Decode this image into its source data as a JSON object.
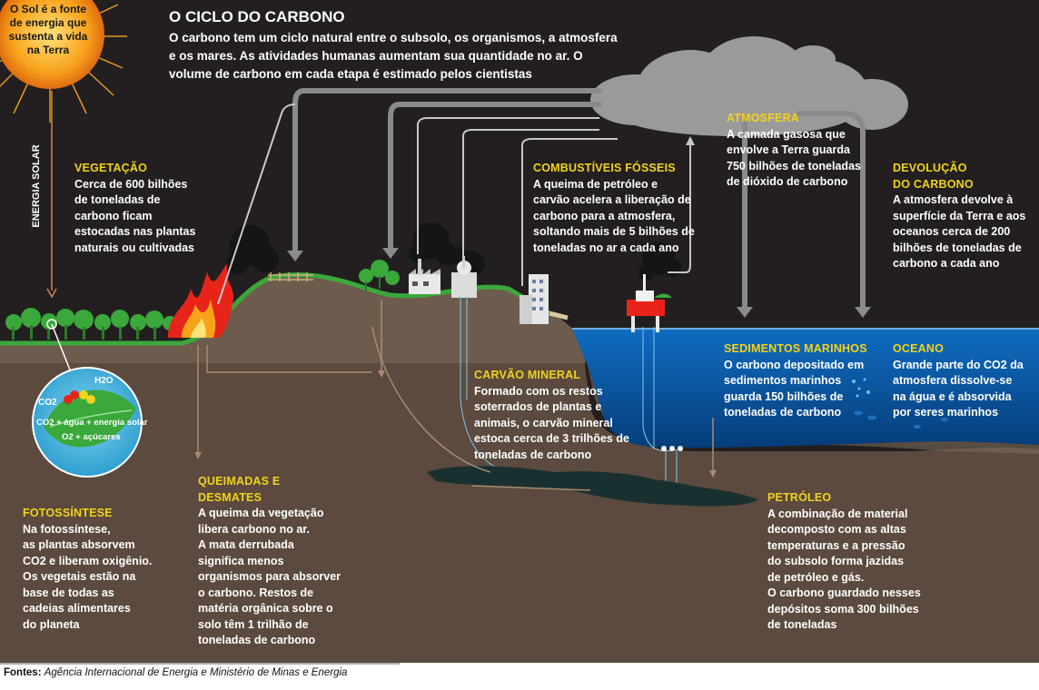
{
  "title": "O CICLO DO CARBONO",
  "intro": "O carbono tem um ciclo natural entre o subsolo, os organismos, a atmosfera e os mares. As atividades humanas aumentam sua quantidade no ar. O volume de carbono em cada etapa é estimado pelos cientistas",
  "sun_text": "O Sol é a fonte de energia que sustenta a vida na Terra",
  "energy_label": "ENERGIA SOLAR",
  "photosynthesis_diagram": {
    "h2o": "H2O",
    "co2": "CO2",
    "equation_1": "CO2 + água + energia solar",
    "equation_2": "O2 + açúcares"
  },
  "sections": {
    "vegetacao": {
      "heading": "VEGETAÇÃO",
      "body": "Cerca de 600 bilhões\nde toneladas de\ncarbono ficam\nestocadas nas plantas\nnaturais ou cultivadas"
    },
    "combustiveis": {
      "heading": "COMBUSTÍVEIS FÓSSEIS",
      "body": "A queima de petróleo e\ncarvão acelera a liberação de\ncarbono para a atmosfera,\nsoltando mais de 5 bilhões de\ntoneladas no ar a cada ano"
    },
    "atmosfera": {
      "heading": "ATMOSFERA",
      "body": "A camada gasosa que\nenvolve a Terra guarda\n750 bilhões de toneladas\nde dióxido de carbono"
    },
    "devolucao": {
      "heading": "DEVOLUÇÃO\nDO CARBONO",
      "body": "A atmosfera devolve à\nsuperfície da Terra e aos\noceanos cerca de 200\nbilhões de toneladas de\ncarbono a cada ano"
    },
    "sedimentos": {
      "heading": "SEDIMENTOS MARINHOS",
      "body": "O carbono depositado em\nsedimentos marinhos\nguarda 150 bilhões de\ntoneladas de carbono"
    },
    "oceano": {
      "heading": "OCEANO",
      "body": "Grande parte do CO2 da\natmosfera dissolve-se\nna água e é absorvida\npor seres marinhos"
    },
    "carvao": {
      "heading": "CARVÃO MINERAL",
      "body": "Formado com os restos\nsoterrados de plantas e\nanimais, o carvão mineral\nestoca cerca de 3 trilhões de\ntoneladas de carbono"
    },
    "queimadas": {
      "heading": "QUEIMADAS E DESMATES",
      "body": "A queima da vegetação\nlibera  carbono no ar.\nA mata derrubada\nsignifica menos\norganismos para absorver\no carbono. Restos de\nmatéria orgânica sobre o\nsolo têm 1 trilhão de\ntoneladas de carbono"
    },
    "fotossintese": {
      "heading": "FOTOSSÍNTESE",
      "body": "Na fotossíntese,\nas plantas absorvem\nCO2 e liberam oxigênio.\nOs vegetais estão na\nbase de todas as\ncadeias alimentares\ndo planeta"
    },
    "petroleo": {
      "heading": "PETRÓLEO",
      "body": "A combinação de material\ndecomposto com as altas\ntemperaturas e a pressão\ndo subsolo forma jazidas\nde petróleo e gás.\nO carbono guardado nesses\ndepósitos soma 300 bilhões\nde toneladas"
    }
  },
  "source": {
    "label": "Fontes:",
    "text": "Agência Internacional de Energia e Ministério de Minas e Energia"
  },
  "colors": {
    "background": "#231f20",
    "accent": "#f2d21b",
    "arrow": "#8a8a8a",
    "soil": "#5b4a3d",
    "ground": "#6a5a4c",
    "grass": "#3aa83a",
    "ocean": "#0a5aa8",
    "sun": "#f5a623"
  }
}
